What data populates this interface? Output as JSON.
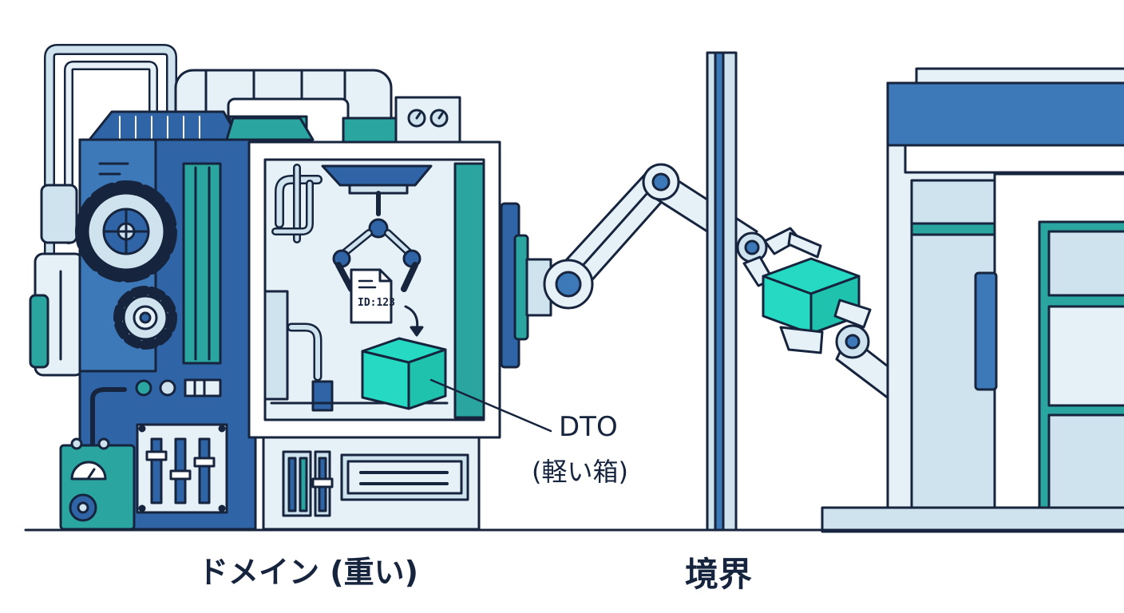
{
  "labels": {
    "domain": "ドメイン (重い)",
    "boundary": "境界",
    "dto": "DTO",
    "dto_sub": "(軽い箱)",
    "doc_id": "ID:123"
  },
  "colors": {
    "outline": "#16243d",
    "dark_blue": "#2f64a6",
    "mid_blue": "#3d78b8",
    "light_blue": "#cfe3ef",
    "pale_blue": "#e6f1f7",
    "teal": "#2aa5a0",
    "cyan_box": "#25d9c2",
    "white": "#ffffff"
  },
  "icons": [
    "gear-icon",
    "document-icon",
    "cube-icon",
    "robot-arm-icon",
    "claw-icon",
    "gauge-icon"
  ]
}
